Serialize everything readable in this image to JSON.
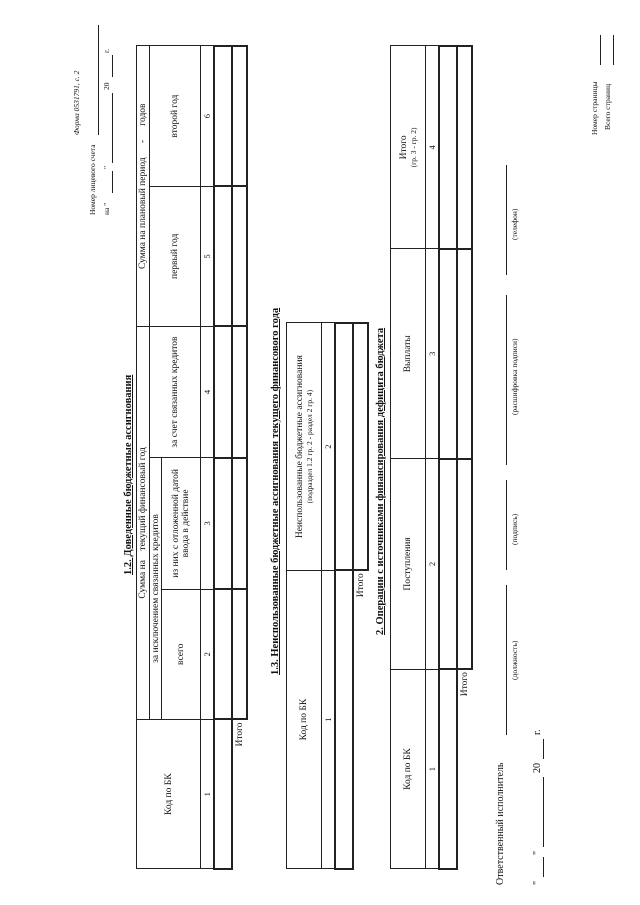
{
  "form_header": {
    "form_code": "Форма 0531791, с. 2",
    "account_label": "Номер лицевого счета",
    "date_label": "на \"",
    "date_mid": "\"",
    "date_year": "20",
    "date_suffix": "г."
  },
  "section_1_2": {
    "title": "1.2. Доведенные бюджетные ассигнования",
    "col_code": "Код по БК",
    "col_sum_head": "Сумма на",
    "col_sum_head2": "текущий финансовый год",
    "col_excl": "за исключением связанных кредитов",
    "col_total": "всего",
    "col_deferred": "из них с отложенной датой ввода в действие",
    "col_linked": "за счет связанных кредитов",
    "col_plan_head": "Сумма на плановый период",
    "col_plan_dash": "-",
    "col_plan_years": "годов",
    "col_first": "первый год",
    "col_second": "второй год",
    "nums": [
      "1",
      "2",
      "3",
      "4",
      "5",
      "6"
    ],
    "total_label": "Итого"
  },
  "section_1_3": {
    "title": "1.3. Неиспользованные бюджетные ассигнования текущего финансового года",
    "col_code": "Код по БК",
    "col_unused": "Неиспользованные бюджетные ассигнования",
    "col_unused_sub": "(подраздел 1.2 гр. 2 - раздел 2 гр. 4)",
    "nums": [
      "1",
      "2"
    ],
    "total_label": "Итого"
  },
  "section_2": {
    "title": "2. Операции с источниками финансирования дефицита бюджета",
    "col_code": "Код по БК",
    "col_receipts": "Поступления",
    "col_payments": "Выплаты",
    "col_total": "Итого",
    "col_total_sub": "(гр. 3 - гр. 2)",
    "nums": [
      "1",
      "2",
      "3",
      "4"
    ],
    "total_label": "Итого"
  },
  "footer": {
    "responsible": "Ответственный исполнитель",
    "position_caption": "(должность)",
    "signature_caption": "(подпись)",
    "decode_caption": "(расшифровка подписи)",
    "phone_caption": "(телефон)",
    "date_q1": "\"",
    "date_q2": "\"",
    "date_year": "20",
    "date_suffix": "г.",
    "page_no": "Номер страницы",
    "pages_total": "Всего страниц"
  }
}
